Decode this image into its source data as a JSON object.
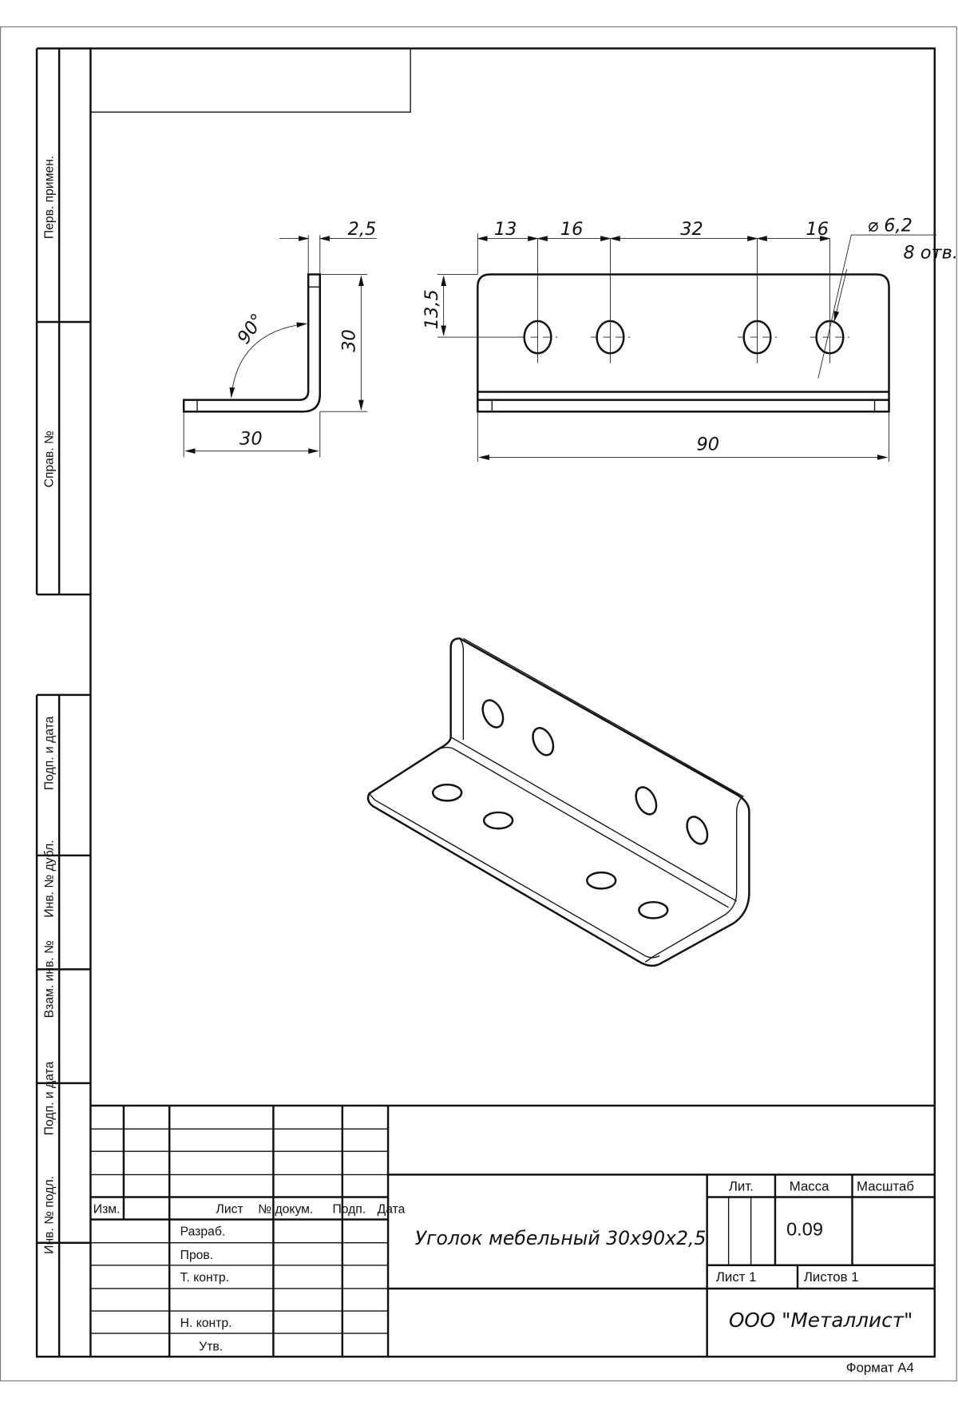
{
  "side_strip": {
    "perv_primen": "Перв. примен.",
    "sprav_no": "Справ. №",
    "podp_data_1": "Подп. и дата",
    "inv_dubl": "Инв. № дубл.",
    "vzam_inv": "Взам. инв. №",
    "podp_data_2": "Подп. и дата",
    "inv_podl": "Инв. № подл."
  },
  "dimensions": {
    "side_thickness": "2,5",
    "side_angle": "90°",
    "side_height": "30",
    "side_width": "30",
    "front_13": "13",
    "front_16a": "16",
    "front_32": "32",
    "front_16b": "16",
    "hole_diameter": "⌀ 6,2",
    "hole_count": "8 отв.",
    "hole_height": "13,5",
    "front_length": "90"
  },
  "title_block": {
    "izm": "Изм.",
    "list": "Лист",
    "n_dokum": "№ докум.",
    "podp": "Подп.",
    "data": "Дата",
    "razrab": "Разраб.",
    "prov": "Пров.",
    "t_kontr": "Т. контр.",
    "n_kontr": "Н. контр.",
    "utv": "Утв.",
    "part_name": "Уголок мебельный 30x90x2,5",
    "lit": "Лит.",
    "massa": "Масса",
    "masshtab": "Масштаб",
    "mass_value": "0.09",
    "sheet": "Лист 1",
    "sheets": "Листов 1",
    "company": "ООО \"Металлист\"",
    "format": "Формат А4"
  }
}
